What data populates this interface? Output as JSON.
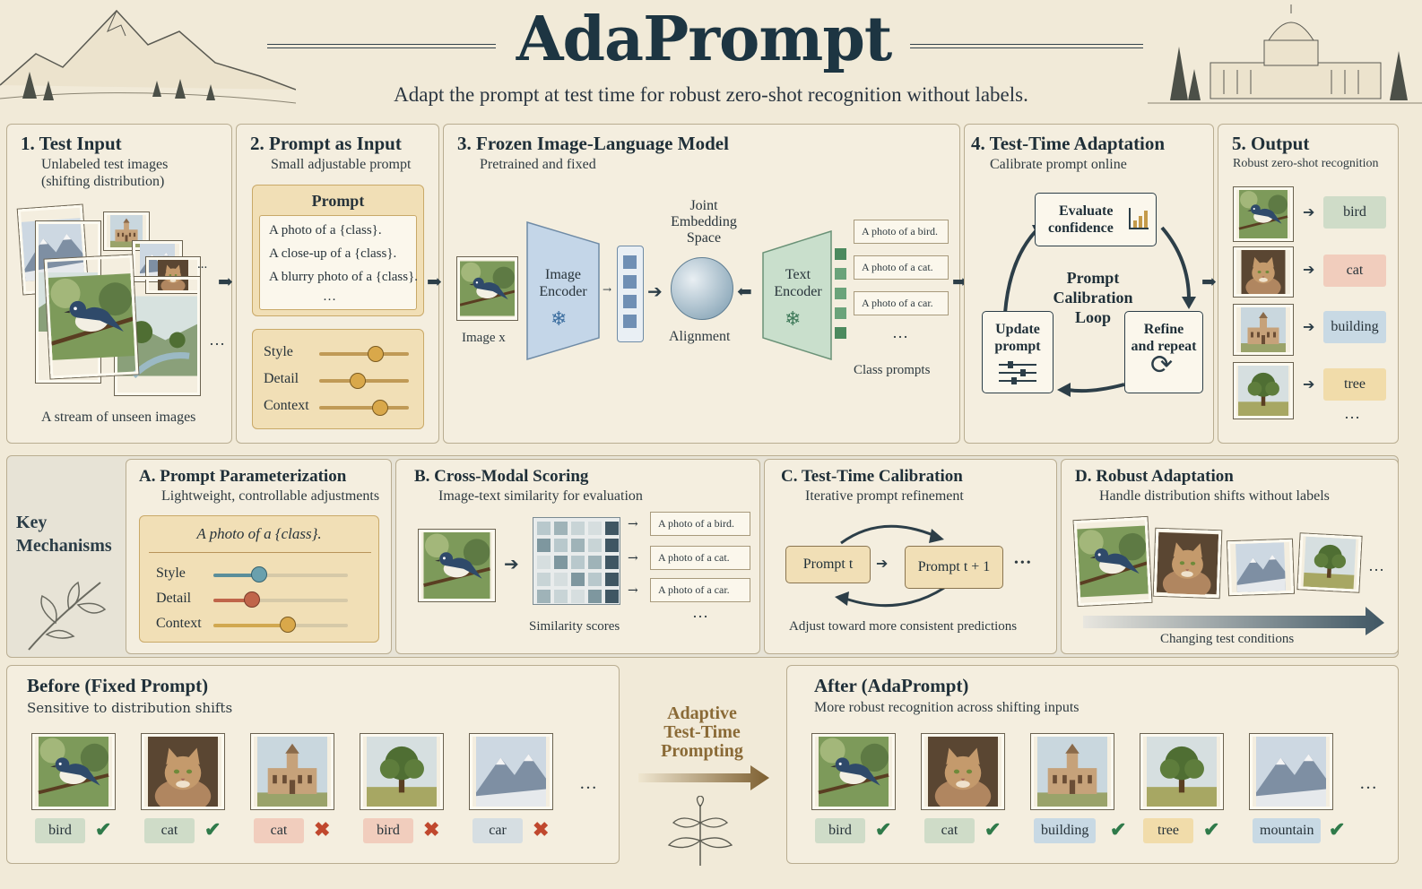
{
  "header": {
    "title": "AdaPrompt",
    "subtitle": "Adapt the prompt at test time for robust zero-shot recognition without labels."
  },
  "panels": {
    "p1": {
      "title": "1. Test Input",
      "sub1": "Unlabeled test images",
      "sub2": "(shifting distribution)",
      "caption": "A stream of unseen images",
      "ellipsis": "..."
    },
    "p2": {
      "title": "2. Prompt as Input",
      "sub": "Small adjustable prompt",
      "card_title": "Prompt",
      "lines": [
        "A photo of a {class}.",
        "A close-up of a {class}.",
        "A blurry photo of a {class}.",
        "…"
      ],
      "sliders": [
        {
          "label": "Style",
          "level": 0.65
        },
        {
          "label": "Detail",
          "level": 0.45
        },
        {
          "label": "Context",
          "level": 0.7
        }
      ]
    },
    "p3": {
      "title": "3. Frozen Image-Language Model",
      "sub": "Pretrained and fixed",
      "image_label": "Image x",
      "image_encoder": "Image Encoder",
      "text_encoder": "Text Encoder",
      "space1": "Joint",
      "space2": "Embedding",
      "space3": "Space",
      "alignment": "Alignment",
      "class_prompts": [
        "A photo of a bird.",
        "A photo of a cat.",
        "A photo of a car."
      ],
      "class_ellipsis": "…",
      "class_caption": "Class prompts"
    },
    "p4": {
      "title": "4. Test-Time Adaptation",
      "sub": "Calibrate prompt online",
      "evaluate1": "Evaluate",
      "evaluate2": "confidence",
      "loop1": "Prompt",
      "loop2": "Calibration",
      "loop3": "Loop",
      "update1": "Update",
      "update2": "prompt",
      "refine1": "Refine",
      "refine2": "and repeat"
    },
    "p5": {
      "title": "5. Output",
      "sub": "Robust zero-shot recognition",
      "labels": [
        {
          "text": "bird",
          "color": "#cfdcc8"
        },
        {
          "text": "cat",
          "color": "#f1cdbd"
        },
        {
          "text": "building",
          "color": "#c8d9e4"
        },
        {
          "text": "tree",
          "color": "#f1dcaa"
        }
      ],
      "ellipsis": "…"
    }
  },
  "mechanisms": {
    "label1": "Key",
    "label2": "Mechanisms",
    "a": {
      "title": "A. Prompt Parameterization",
      "sub": "Lightweight, controllable adjustments",
      "template": "A photo of a {class}.",
      "sliders": [
        {
          "label": "Style",
          "level": 0.32,
          "color": "#5b8e9a"
        },
        {
          "label": "Detail",
          "level": 0.28,
          "color": "#c0654a"
        },
        {
          "label": "Context",
          "level": 0.55,
          "color": "#d1a850"
        }
      ]
    },
    "b": {
      "title": "B. Cross-Modal Scoring",
      "sub": "Image-text similarity for evaluation",
      "prompts": [
        "A photo of a bird.",
        "A photo of a cat.",
        "A photo of a car."
      ],
      "ellipsis": "…",
      "caption": "Similarity scores"
    },
    "c": {
      "title": "C. Test-Time Calibration",
      "sub": "Iterative prompt refinement",
      "prompt_t": "Prompt t",
      "prompt_t1": "Prompt t + 1",
      "ellipsis": "•••",
      "caption": "Adjust toward more consistent predictions"
    },
    "d": {
      "title": "D. Robust Adaptation",
      "sub": "Handle distribution shifts without labels",
      "ellipsis": "…",
      "caption": "Changing test conditions"
    }
  },
  "before": {
    "title": "Before (Fixed Prompt)",
    "sub": "Sensitive to distribution shifts",
    "items": [
      {
        "label": "bird",
        "correct": true
      },
      {
        "label": "cat",
        "correct": true
      },
      {
        "label": "cat",
        "correct": false
      },
      {
        "label": "bird",
        "correct": false
      },
      {
        "label": "car",
        "correct": false
      }
    ],
    "ellipsis": "…"
  },
  "middle": {
    "line1": "Adaptive",
    "line2": "Test-Time",
    "line3": "Prompting"
  },
  "after": {
    "title": "After (AdaPrompt)",
    "sub": "More robust recognition across shifting inputs",
    "items": [
      {
        "label": "bird",
        "correct": true
      },
      {
        "label": "cat",
        "correct": true
      },
      {
        "label": "building",
        "correct": true
      },
      {
        "label": "tree",
        "correct": true
      },
      {
        "label": "mountain",
        "correct": true
      }
    ],
    "ellipsis": "…"
  },
  "colors": {
    "accent_green": "#2f7a4a",
    "accent_red": "#c0482e",
    "encoder_blue": "#c4d6e8",
    "encoder_green": "#c9dfcc",
    "prompt_gold": "#f1dfb6"
  },
  "icons": [
    "mountain-sketch",
    "capitol-sketch",
    "snowflake-icon",
    "bar-chart-icon",
    "sliders-icon",
    "refresh-icon",
    "check-icon",
    "cross-icon",
    "leaf-sprig"
  ]
}
